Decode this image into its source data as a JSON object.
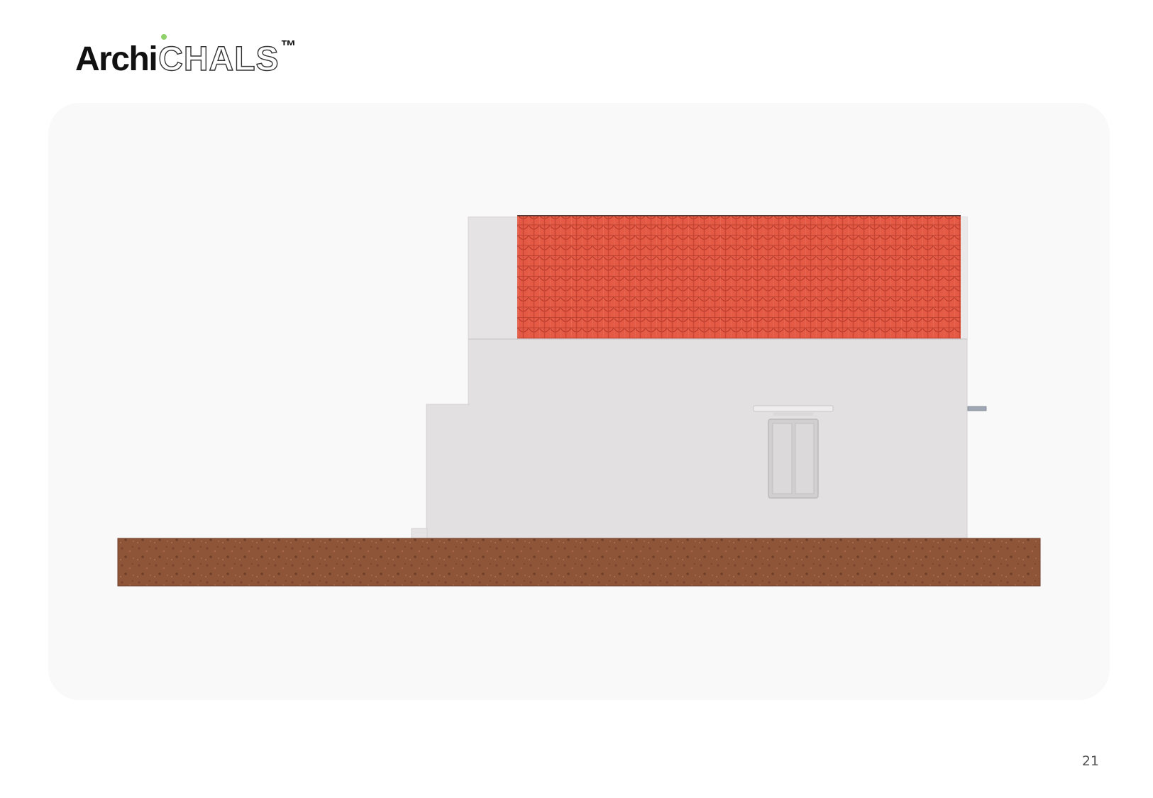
{
  "brand": {
    "name_part1": "Archi",
    "name_part2": "CHALS",
    "trademark": "™",
    "accent_color": "#8fd16b"
  },
  "drawing": {
    "roof_tile_color": "#e0533f",
    "wall_color": "#e3e0e1",
    "ground_color": "#8b5236"
  },
  "footer": {
    "page_number": "21"
  }
}
